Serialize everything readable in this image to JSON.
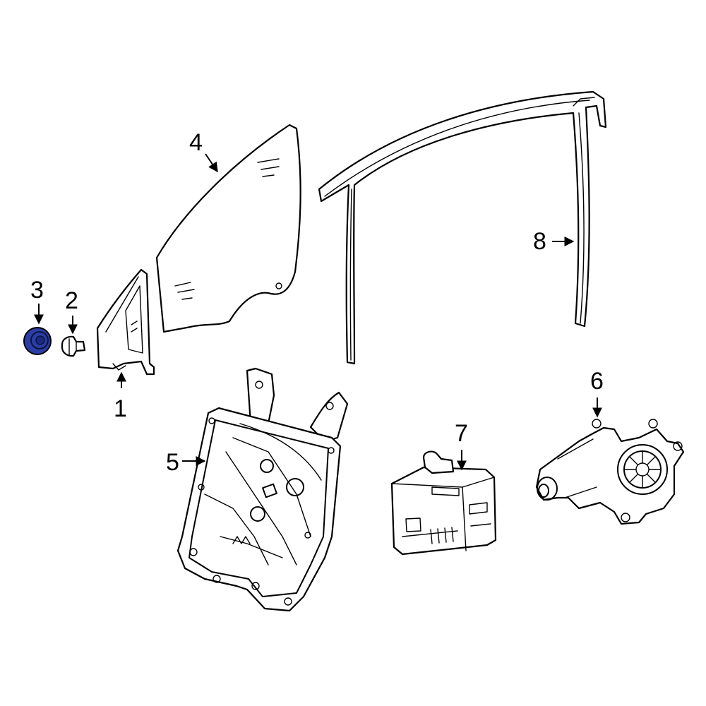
{
  "callouts": {
    "c1": "1",
    "c2": "2",
    "c3": "3",
    "c4": "4",
    "c5": "5",
    "c6": "6",
    "c7": "7",
    "c8": "8"
  },
  "colors": {
    "highlight": "#2b3ea8",
    "line": "#000000",
    "background": "#ffffff"
  },
  "highlighted_part": "3"
}
